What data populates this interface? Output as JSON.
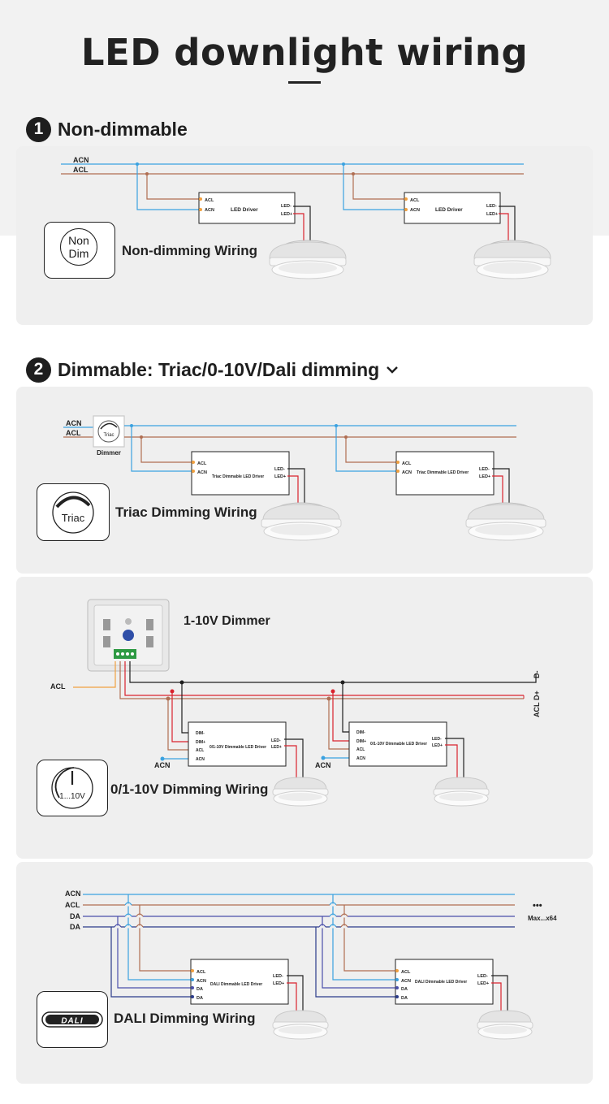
{
  "page": {
    "title": "LED downlight wiring"
  },
  "sections": [
    {
      "number": "1",
      "label": "Non-dimmable"
    },
    {
      "number": "2",
      "label": "Dimmable: Triac/0-10V/Dali dimming"
    }
  ],
  "non_dim": {
    "lines": {
      "acn": "ACN",
      "acl": "ACL"
    },
    "driver": {
      "title": "LED Driver",
      "acl": "ACL",
      "acn": "ACN",
      "led_neg": "LED-",
      "led_pos": "LED+"
    },
    "badge": {
      "line1": "Non",
      "line2": "Dim"
    },
    "label": "Non-dimming Wiring"
  },
  "triac": {
    "lines": {
      "acn": "ACN",
      "acl": "ACL"
    },
    "dimmer": {
      "icon_text": "Triac",
      "label": "Dimmer"
    },
    "driver": {
      "title": "Triac Dimmable LED Driver",
      "acl": "ACL",
      "acn": "ACN",
      "led_neg": "LED-",
      "led_pos": "LED+"
    },
    "badge": {
      "text": "Triac"
    },
    "label": "Triac Dimming Wiring"
  },
  "v010": {
    "dimmer_title": "1-10V Dimmer",
    "acl": "ACL",
    "acn": "ACN",
    "right_labels": {
      "dneg": "D-",
      "dpos": "D+",
      "acl": "ACL"
    },
    "driver": {
      "title": "0/1-10V Dimmable LED Driver",
      "dneg": "DIM-",
      "dpos": "DIM+",
      "acl": "ACL",
      "acn": "ACN",
      "led_neg": "LED-",
      "led_pos": "LED+"
    },
    "badge": {
      "text": "1...10V"
    },
    "label": "0/1-10V Dimming Wiring"
  },
  "dali": {
    "lines": {
      "acn": "ACN",
      "acl": "ACL",
      "da1": "DA",
      "da2": "DA"
    },
    "dots": "•••",
    "max": "Max...x64",
    "driver": {
      "title": "DALI Dimmable LED Driver",
      "acl": "ACL",
      "acn": "ACN",
      "da1": "DA",
      "da2": "DA",
      "led_neg": "LED-",
      "led_pos": "LED+"
    },
    "badge": {
      "text": "DALI"
    },
    "label": "DALI Dimming Wiring"
  },
  "colors": {
    "blue": "#3ba2e0",
    "brown": "#b06e52",
    "red": "#d9232e",
    "orange": "#f0a040",
    "navy": "#2b3b8a",
    "black": "#1e1e1e",
    "panel": "#efefef"
  }
}
